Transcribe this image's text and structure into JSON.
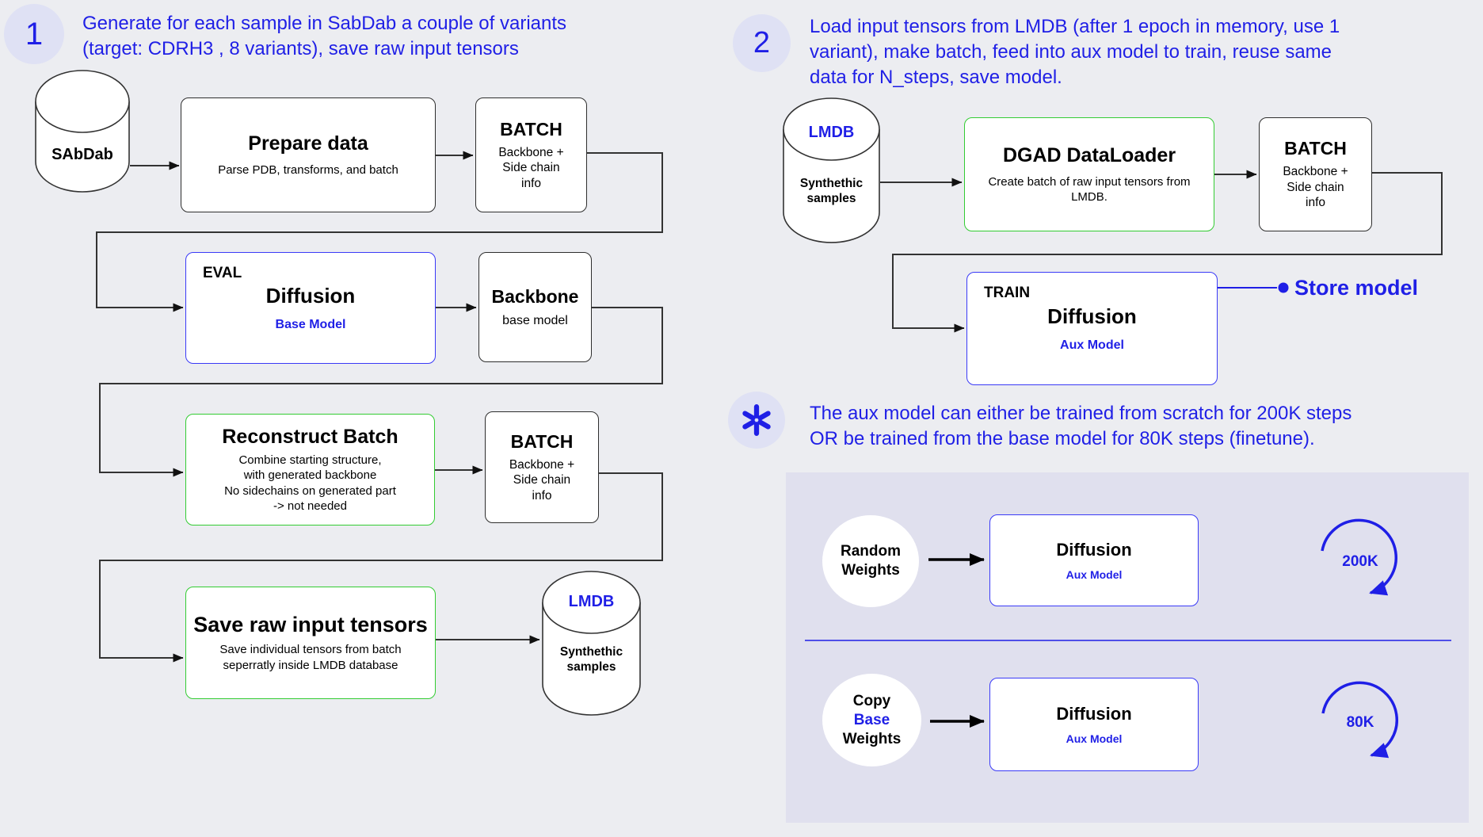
{
  "colors": {
    "page_bg": "#ecedf1",
    "panel_bg": "#e0e0ee",
    "badge_bg": "#dfe1f4",
    "blue_text": "#1f1fe6",
    "blue_border": "#3a3af7",
    "green_border": "#33cc33",
    "wire": "#333333"
  },
  "section1": {
    "badge": "1",
    "heading": "Generate for each sample in SabDab a couple of variants\n(target: CDRH3 , 8 variants), save raw input tensors",
    "sabdab_db": {
      "label": "SAbDab"
    },
    "prepare": {
      "title": "Prepare data",
      "subtitle": "Parse PDB, transforms, and batch"
    },
    "batch_a": {
      "title": "BATCH",
      "subtitle": "Backbone +\nSide chain\ninfo"
    },
    "eval": {
      "tag": "EVAL",
      "title": "Diffusion",
      "subtitle": "Base Model"
    },
    "backbone": {
      "title": "Backbone",
      "subtitle": "base model"
    },
    "reconstruct": {
      "title": "Reconstruct Batch",
      "subtitle": "Combine starting structure,\nwith generated backbone\nNo sidechains on generated part\n-> not needed"
    },
    "batch_b": {
      "title": "BATCH",
      "subtitle": "Backbone +\nSide chain\ninfo"
    },
    "save": {
      "title": "Save raw input tensors",
      "subtitle": "Save individual tensors from batch\nseperratly inside LMDB database"
    },
    "lmdb_db": {
      "name": "LMDB",
      "label": "Synthethic\nsamples"
    }
  },
  "section2": {
    "badge": "2",
    "heading": "Load input tensors from LMDB (after 1 epoch in memory, use 1\nvariant), make batch, feed into aux model to train, reuse same\ndata for N_steps, save model.",
    "lmdb_db": {
      "name": "LMDB",
      "label": "Synthethic\nsamples"
    },
    "loader": {
      "title": "DGAD DataLoader",
      "subtitle": "Create batch of raw input tensors from\nLMDB."
    },
    "batch": {
      "title": "BATCH",
      "subtitle": "Backbone +\nSide chain\ninfo"
    },
    "train": {
      "tag": "TRAIN",
      "title": "Diffusion",
      "subtitle": "Aux Model"
    },
    "store_label": "Store model"
  },
  "note": {
    "text": "The aux model can either be trained from scratch for 200K steps\nOR be trained from the base model for 80K steps (finetune)."
  },
  "panel": {
    "scratch": {
      "source_line1": "Random",
      "source_line2": "Weights",
      "box_title": "Diffusion",
      "box_subtitle": "Aux Model",
      "loop_label": "200K"
    },
    "finetune": {
      "source_line1": "Copy",
      "source_line2": "Base",
      "source_line3": "Weights",
      "box_title": "Diffusion",
      "box_subtitle": "Aux Model",
      "loop_label": "80K"
    }
  }
}
